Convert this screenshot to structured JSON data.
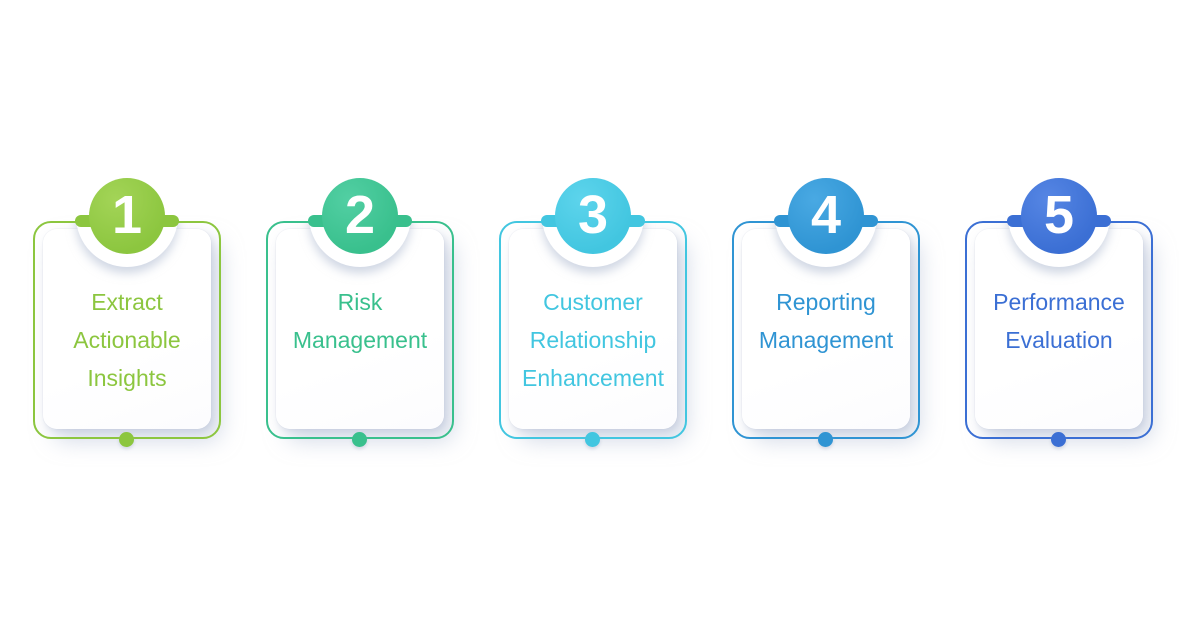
{
  "infographic": {
    "step_count": 5,
    "background": "#ffffff",
    "shadow_color": "#aebcd1"
  },
  "cards": [
    {
      "number": "1",
      "label": "Extract\nActionable\nInsights",
      "color": "#8cc63f",
      "color_light": "#a3d457"
    },
    {
      "number": "2",
      "label": "Risk\nManagement",
      "color": "#39c08d",
      "color_light": "#52cfa3"
    },
    {
      "number": "3",
      "label": "Customer\nRelationship\nEnhancement",
      "color": "#42c6e0",
      "color_light": "#5dd4ec"
    },
    {
      "number": "4",
      "label": "Reporting\nManagement",
      "color": "#2f94d3",
      "color_light": "#49a9e3"
    },
    {
      "number": "5",
      "label": "Performance\nEvaluation",
      "color": "#3b6fd4",
      "color_light": "#5686e4"
    }
  ]
}
